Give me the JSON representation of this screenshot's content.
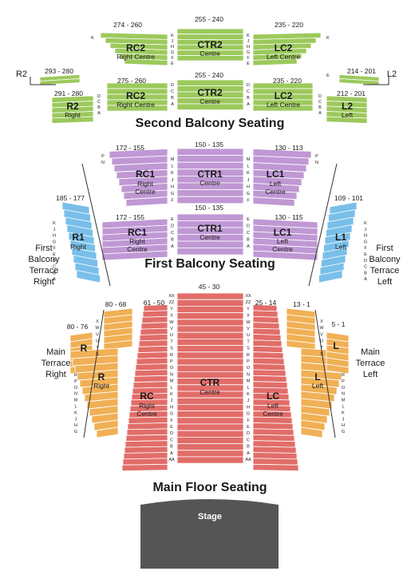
{
  "colors": {
    "balcony2": "#9cc95c",
    "balcony1": "#bf98d4",
    "terrace1": "#79bfe9",
    "main": "#e16d69",
    "terrace": "#f0b055",
    "stage": "#555555",
    "outline": "#ffffff"
  },
  "levels": {
    "second_balcony": "Second Balcony Seating",
    "first_balcony": "First Balcony Seating",
    "main_floor": "Main Floor Seating",
    "stage": "Stage"
  },
  "side_labels": {
    "r2": "R2",
    "l2": "L2",
    "fbt_right": [
      "First",
      "Balcony",
      "Terrace",
      "Right"
    ],
    "fbt_left": [
      "First",
      "Balcony",
      "Terrace",
      "Left"
    ],
    "mt_right": [
      "Main",
      "Terrace",
      "Right"
    ],
    "mt_left": [
      "Main",
      "Terrace",
      "Left"
    ]
  },
  "sections": {
    "rc2_upper": {
      "name": "RC2",
      "sub": "Right Centre",
      "range": "274 - 260"
    },
    "ctr2_upper": {
      "name": "CTR2",
      "sub": "Centre",
      "range": "255 - 240"
    },
    "lc2_upper": {
      "name": "LC2",
      "sub": "Left Centre",
      "range": "235 - 220"
    },
    "r2_upper_range": "293 - 280",
    "l2_upper_range": "214 - 201",
    "r2": {
      "name": "R2",
      "sub": "Right",
      "range": "291 - 280"
    },
    "rc2_lower": {
      "name": "RC2",
      "sub": "Right Centre",
      "range": "275 - 260"
    },
    "ctr2_lower": {
      "name": "CTR2",
      "sub": "Centre",
      "range": "255 - 240"
    },
    "lc2_lower": {
      "name": "LC2",
      "sub": "Left Centre",
      "range": "235 - 220"
    },
    "l2": {
      "name": "L2",
      "sub": "Left",
      "range": "212 - 201"
    },
    "rc1_upper": {
      "name": "RC1",
      "sub": "Right",
      "sub2": "Centre",
      "range": "172 - 155"
    },
    "ctr1_upper": {
      "name": "CTR1",
      "sub": "Centre",
      "range": "150 - 135"
    },
    "lc1_upper": {
      "name": "LC1",
      "sub": "Left",
      "sub2": "Centre",
      "range": "130 - 113"
    },
    "rc1_lower": {
      "name": "RC1",
      "sub": "Right",
      "sub2": "Centre",
      "range": "172 - 155"
    },
    "ctr1_lower": {
      "name": "CTR1",
      "sub": "Centre",
      "range": "150 - 135"
    },
    "lc1_lower": {
      "name": "LC1",
      "sub": "Left",
      "sub2": "Centre",
      "range": "130 - 115"
    },
    "r1": {
      "name": "R1",
      "sub": "Right",
      "range": "185 - 177"
    },
    "l1": {
      "name": "L1",
      "sub": "Left",
      "range": "109 - 101"
    },
    "mt_r_small": {
      "name": "R",
      "range": "80 - 76"
    },
    "mt_r_main_range": "80 - 68",
    "mt_r": {
      "name": "R",
      "sub": "Right"
    },
    "rc": {
      "name": "RC",
      "sub": "Right",
      "sub2": "Centre",
      "range": "61 - 50"
    },
    "ctr": {
      "name": "CTR",
      "sub": "Centre",
      "range": "45 - 30"
    },
    "lc": {
      "name": "LC",
      "sub": "Left",
      "sub2": "Centre",
      "range": "25 - 14"
    },
    "mt_l_main_range": "13 - 1",
    "mt_l_small": {
      "name": "L",
      "range": "5 - 1"
    },
    "mt_l": {
      "name": "L",
      "sub": "Left"
    }
  },
  "row_letters": {
    "b2_upper": [
      "K",
      "J",
      "H",
      "G",
      "F",
      "E"
    ],
    "b2_upper_side": [
      "K",
      "E"
    ],
    "b2_lower": [
      "D",
      "C",
      "B",
      "A"
    ],
    "b1_upper_side": [
      "P",
      "N"
    ],
    "b1_upper": [
      "M",
      "L",
      "K",
      "J",
      "H",
      "G",
      "F"
    ],
    "b1_lower": [
      "E",
      "D",
      "C",
      "B",
      "A"
    ],
    "b1_terrace": [
      "K",
      "J",
      "H",
      "G",
      "F",
      "E",
      "D",
      "C",
      "B",
      "A"
    ],
    "main_center": [
      "XX",
      "ZZ",
      "Y",
      "X",
      "W",
      "V",
      "U",
      "T",
      "S",
      "R",
      "P",
      "O",
      "N",
      "M",
      "L",
      "K",
      "J",
      "H",
      "G",
      "F",
      "E",
      "D",
      "C",
      "B",
      "A",
      "AA"
    ],
    "terrace_small": [
      "X",
      "W",
      "V",
      "U",
      "T",
      "S"
    ],
    "terrace_main": [
      "R",
      "P",
      "O",
      "N",
      "M",
      "L",
      "K",
      "J",
      "H",
      "G"
    ]
  }
}
